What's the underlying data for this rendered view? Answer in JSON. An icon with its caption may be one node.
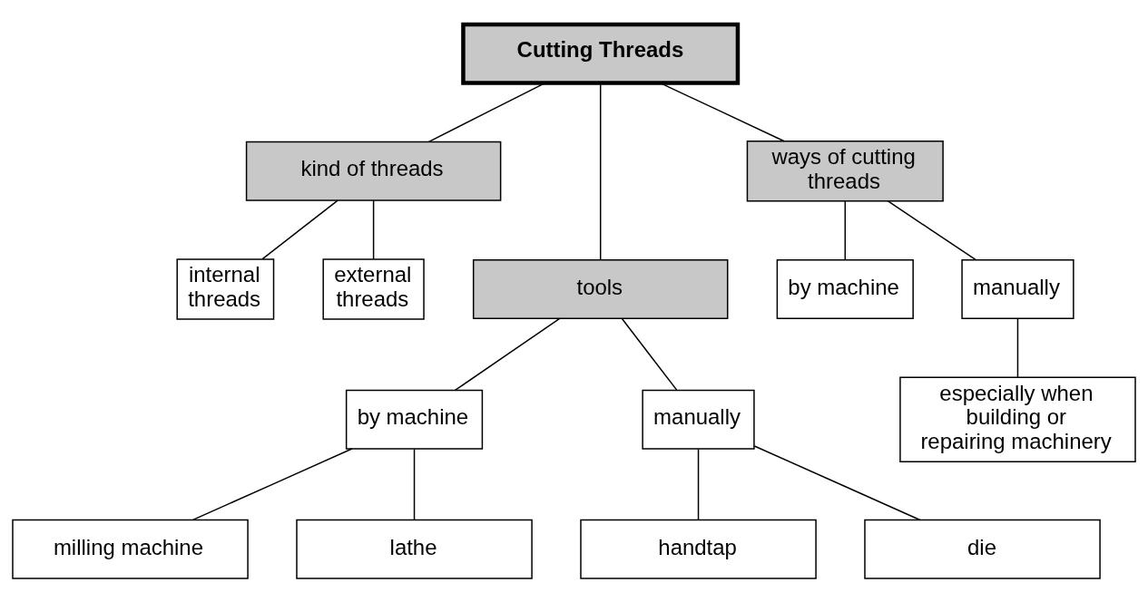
{
  "diagram": {
    "nodes": [
      {
        "text": [
          "Cutting Threads"
        ]
      },
      {
        "text": [
          "kind of threads"
        ]
      },
      {
        "text": [
          "tools"
        ]
      },
      {
        "text": [
          "ways of cutting threads"
        ]
      },
      {
        "text": [
          "internal threads"
        ]
      },
      {
        "text": [
          "external threads"
        ]
      },
      {
        "text": [
          "by machine"
        ]
      },
      {
        "text": [
          "manually"
        ]
      },
      {
        "text": [
          "by machine"
        ]
      },
      {
        "text": [
          "manually"
        ]
      },
      {
        "text": [
          "especially when building or repairing machinery"
        ]
      },
      {
        "text": [
          "milling machine"
        ]
      },
      {
        "text": [
          "lathe"
        ]
      },
      {
        "text": [
          "handtap"
        ]
      },
      {
        "text": [
          "die"
        ]
      }
    ],
    "edges": [
      {
        "from": 0,
        "to": 1,
        "arrow": "none"
      },
      {
        "from": 0,
        "to": 2,
        "arrow": "none"
      },
      {
        "from": 0,
        "to": 3,
        "arrow": "none"
      },
      {
        "from": 1,
        "to": 4,
        "arrow": "none"
      },
      {
        "from": 1,
        "to": 5,
        "arrow": "none"
      },
      {
        "from": 2,
        "to": 6,
        "arrow": "none"
      },
      {
        "from": 2,
        "to": 7,
        "arrow": "none"
      },
      {
        "from": 3,
        "to": 8,
        "arrow": "none"
      },
      {
        "from": 3,
        "to": 9,
        "arrow": "none"
      },
      {
        "from": 9,
        "to": 10,
        "arrow": "none"
      },
      {
        "from": 6,
        "to": 11,
        "arrow": "none"
      },
      {
        "from": 6,
        "to": 12,
        "arrow": "none"
      },
      {
        "from": 7,
        "to": 13,
        "arrow": "none"
      },
      {
        "from": 7,
        "to": 14,
        "arrow": "none"
      }
    ]
  }
}
